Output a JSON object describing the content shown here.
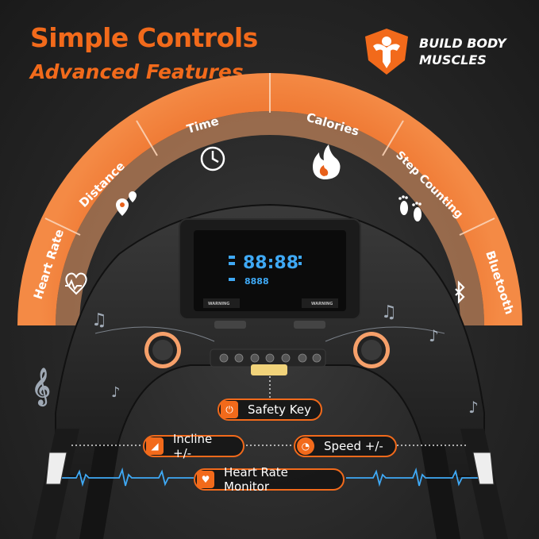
{
  "header": {
    "title_line1": "Simple Controls",
    "title_line2": "Advanced Features"
  },
  "badge": {
    "icon": "muscle-man-icon",
    "line1": "BUILD BODY",
    "line2": "MUSCLES"
  },
  "features": [
    {
      "label": "Heart Rate",
      "icon": "heart-rate-icon"
    },
    {
      "label": "Distance",
      "icon": "location-pin-icon"
    },
    {
      "label": "Time",
      "icon": "clock-icon"
    },
    {
      "label": "Calories",
      "icon": "flame-icon"
    },
    {
      "label": "Step Counting",
      "icon": "footprints-icon"
    },
    {
      "label": "Bluetooth",
      "icon": "bluetooth-icon"
    }
  ],
  "display": {
    "main_digits": "88:88",
    "small_digits": "8888",
    "warning_left": "WARNING",
    "warning_right": "WARNING"
  },
  "callouts": {
    "safety_key": "Safety Key",
    "incline": "Incline +/-",
    "speed": "Speed +/-",
    "heart_rate_monitor": "Heart Rate Monitor"
  },
  "colors": {
    "accent": "#f26a1b",
    "segment_light": "#f5894a",
    "segment_dark": "#e4621c",
    "display_blue": "#3fa9f5"
  }
}
